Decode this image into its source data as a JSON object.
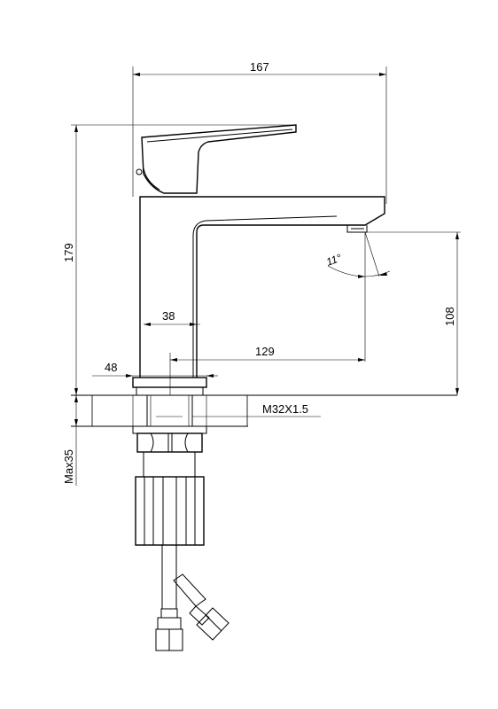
{
  "dimensions": {
    "overall_width": "167",
    "overall_height": "179",
    "spout_height": "108",
    "base_width": "38",
    "spout_reach": "129",
    "base_diameter": "48",
    "thread": "M32X1.5",
    "max_thickness": "Max35",
    "spout_angle": "11°"
  },
  "colors": {
    "line": "#000000",
    "background": "#ffffff"
  }
}
